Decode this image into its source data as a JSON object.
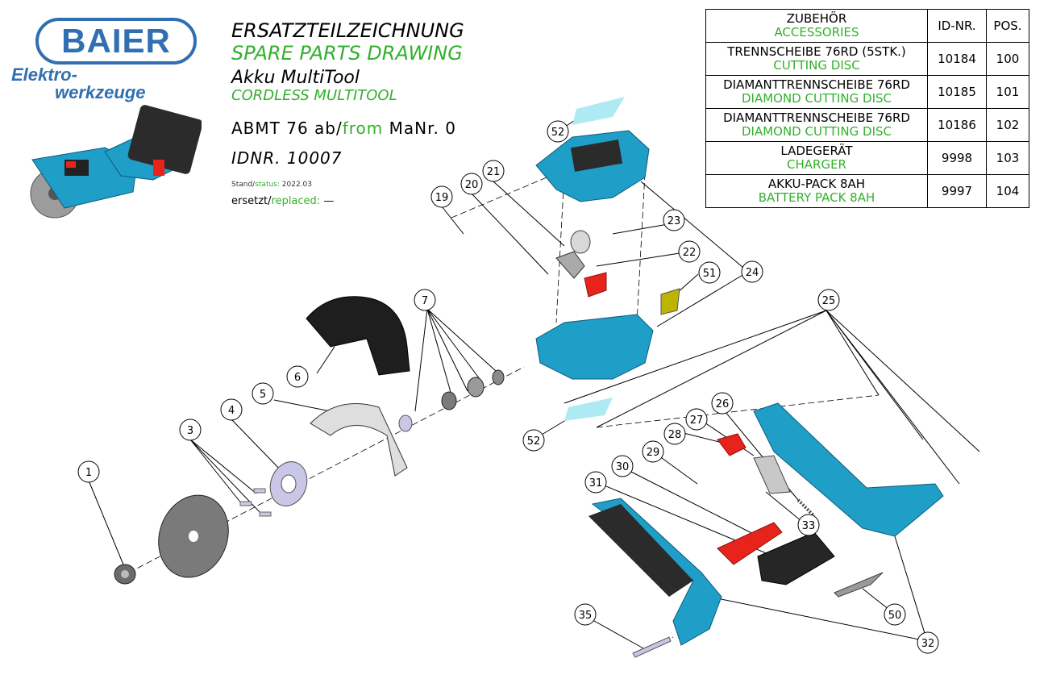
{
  "logo": {
    "brand": "BAIER",
    "sub1": "Elektro-",
    "sub2": "werkzeuge"
  },
  "header": {
    "title_de": "ERSATZTEILZEICHNUNG",
    "title_en": "SPARE PARTS DRAWING",
    "product_de": "Akku MultiTool",
    "product_en": "CORDLESS MULTITOOL",
    "model_prefix": "ABMT 76 ab/",
    "model_from": "from",
    "model_suffix": " MaNr. 0",
    "idnr": "IDNR. 10007",
    "stand_label": "Stand/",
    "status_label": "status:",
    "stand_value": " 2022.03",
    "ersetzt_label": "ersetzt/",
    "replaced_label": "replaced:",
    "ersetzt_value": " —"
  },
  "accessories": {
    "header": {
      "name_de": "ZUBEHÖR",
      "name_en": "ACCESSORIES",
      "id": "ID-NR.",
      "pos": "POS."
    },
    "rows": [
      {
        "de": "TRENNSCHEIBE 76RD (5STK.)",
        "en": "CUTTING DISC",
        "id": "10184",
        "pos": "100"
      },
      {
        "de": "DIAMANTTRENNSCHEIBE 76RD",
        "en": "DIAMOND CUTTING DISC",
        "id": "10185",
        "pos": "101"
      },
      {
        "de": "DIAMANTTRENNSCHEIBE 76RD",
        "en": "DIAMOND CUTTING DISC",
        "id": "10186",
        "pos": "102"
      },
      {
        "de": "LADEGERÄT",
        "en": "CHARGER",
        "id": "9998",
        "pos": "103"
      },
      {
        "de": "AKKU-PACK 8AH",
        "en": "BATTERY PACK 8AH",
        "id": "9997",
        "pos": "104"
      }
    ]
  },
  "callouts": [
    "1",
    "3",
    "4",
    "5",
    "6",
    "7",
    "19",
    "20",
    "21",
    "22",
    "23",
    "24",
    "25",
    "26",
    "27",
    "28",
    "29",
    "30",
    "31",
    "32",
    "33",
    "35",
    "50",
    "51",
    "52",
    "52"
  ],
  "colors": {
    "tool_blue": "#1f9ec8",
    "accent_red": "#e8231c",
    "green_text": "#33b02d",
    "logo_blue": "#2f6fb2"
  }
}
